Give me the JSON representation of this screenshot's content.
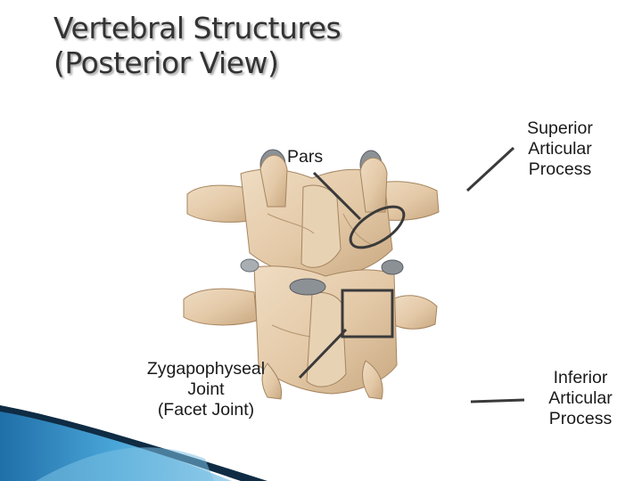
{
  "title": {
    "line1": "Vertebral Structures",
    "line2": "(Posterior View)"
  },
  "labels": {
    "pars": "Pars",
    "superior": [
      "Superior",
      "Articular",
      "Process"
    ],
    "zygapophyseal": [
      "Zygapophyseal",
      "Joint",
      "(Facet Joint)"
    ],
    "inferior": [
      "Inferior",
      "Articular",
      "Process"
    ]
  },
  "colors": {
    "bone": "#e5cdae",
    "bone_shadow": "#b99a76",
    "leader": "#3a3a3a",
    "accent_blue": "#3a8fc8"
  }
}
